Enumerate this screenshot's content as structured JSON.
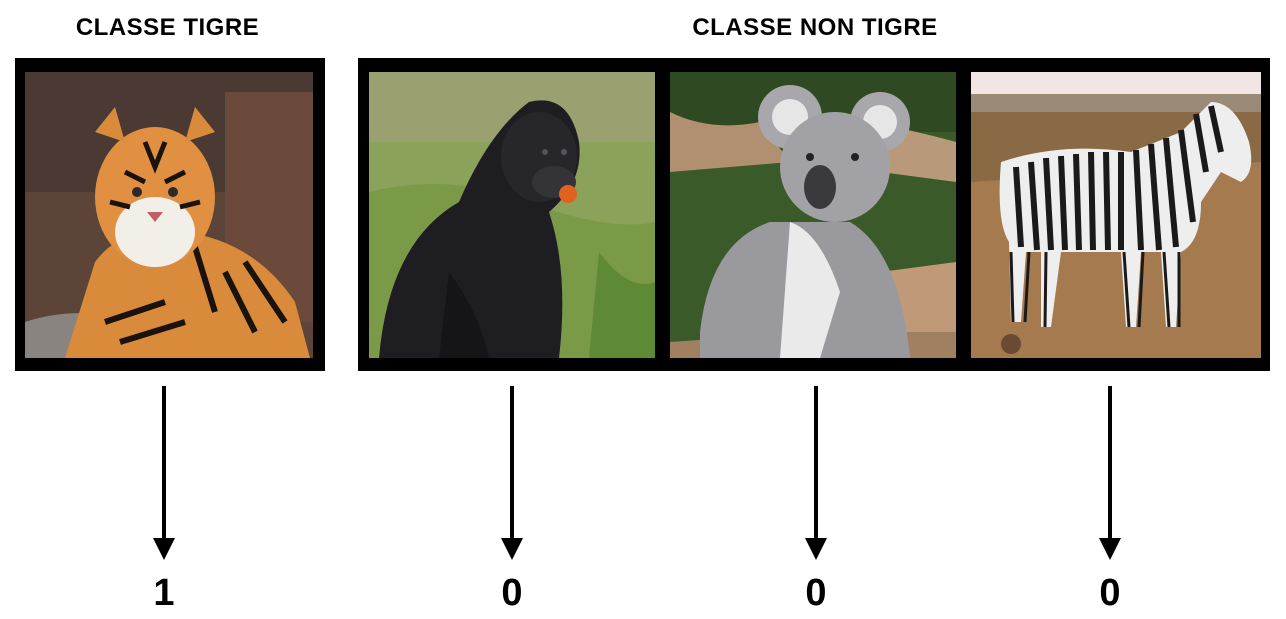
{
  "titles": {
    "tiger_class": "CLASSE TIGRE",
    "non_tiger_class": "CLASSE NON TIGRE"
  },
  "images": [
    {
      "subject": "tiger",
      "label": "1"
    },
    {
      "subject": "gorilla",
      "label": "0"
    },
    {
      "subject": "koala",
      "label": "0"
    },
    {
      "subject": "zebra",
      "label": "0"
    }
  ],
  "colors": {
    "frame": "#000000",
    "text": "#000000",
    "background": "#ffffff"
  }
}
